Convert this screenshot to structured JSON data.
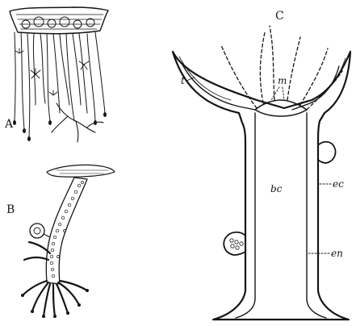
{
  "panels": {
    "a": {
      "label": "A"
    },
    "b": {
      "label": "B"
    },
    "c": {
      "label": "C"
    }
  },
  "parts": {
    "t": "t",
    "m": "m",
    "bc": "bc",
    "ec": "ec",
    "en": "en"
  },
  "colors": {
    "ink": "#151515",
    "paper": "#ffffff",
    "shade": "#bdbdbd"
  }
}
